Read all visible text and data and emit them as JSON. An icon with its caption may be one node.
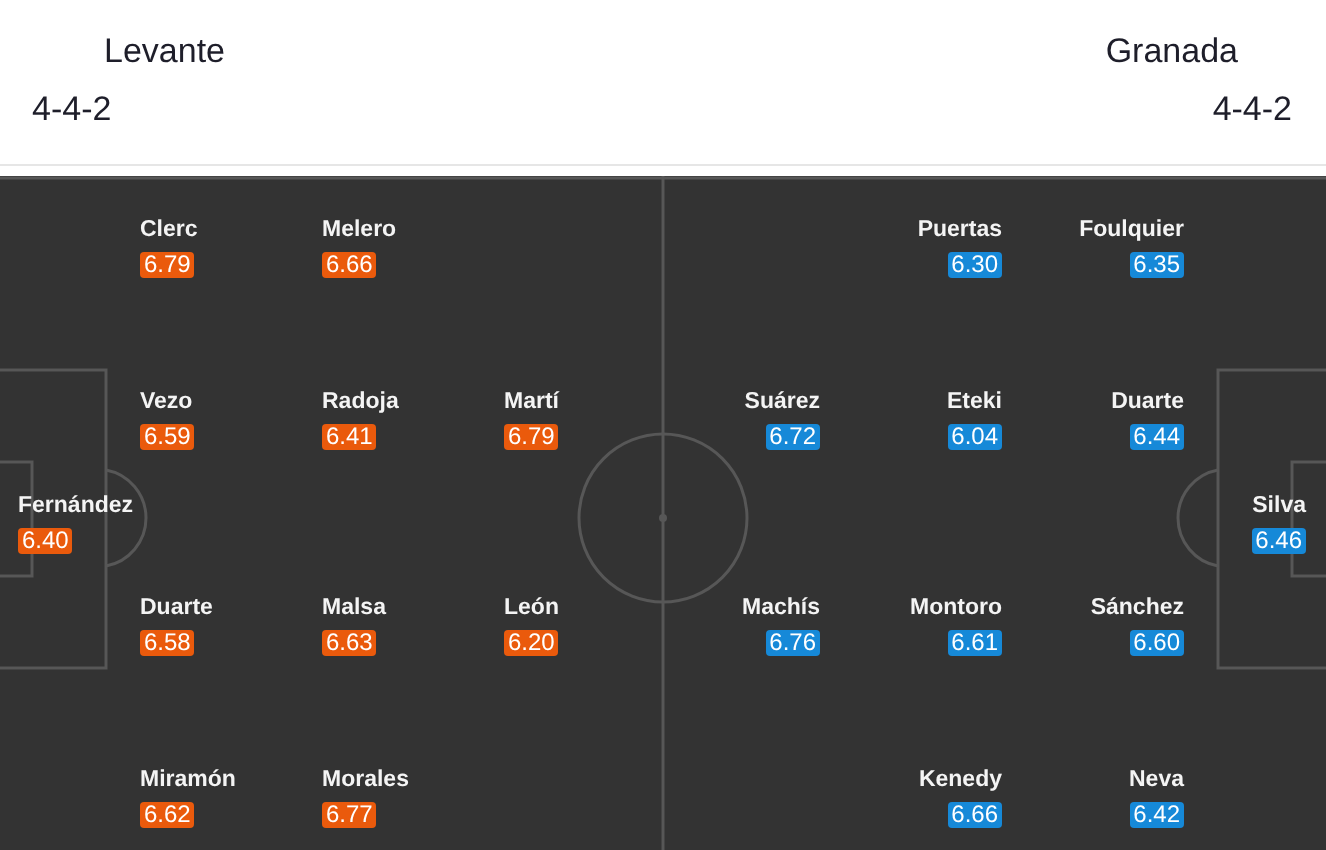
{
  "diagram": {
    "nodes": [
      {
        "text": [
          "Clerc",
          "6.79"
        ]
      },
      {
        "text": [
          "Melero",
          "6.66"
        ]
      },
      {
        "text": [
          "Puertas",
          "6.30"
        ]
      },
      {
        "text": [
          "Foulquier",
          "6.35"
        ]
      },
      {
        "text": [
          "Vezo",
          "6.59"
        ]
      },
      {
        "text": [
          "Radoja",
          "6.41"
        ]
      },
      {
        "text": [
          "Martí",
          "6.79"
        ]
      },
      {
        "text": [
          "Suárez",
          "6.72"
        ]
      },
      {
        "text": [
          "Eteki",
          "6.04"
        ]
      },
      {
        "text": [
          "Duarte",
          "6.44"
        ]
      },
      {
        "text": [
          "Fernández",
          "6.40"
        ]
      },
      {
        "text": [
          "Silva",
          "6.46"
        ]
      },
      {
        "text": [
          "Duarte",
          "6.58"
        ]
      },
      {
        "text": [
          "Malsa",
          "6.63"
        ]
      },
      {
        "text": [
          "León",
          "6.20"
        ]
      },
      {
        "text": [
          "Machís",
          "6.76"
        ]
      },
      {
        "text": [
          "Montoro",
          "6.61"
        ]
      },
      {
        "text": [
          "Sánchez",
          "6.60"
        ]
      },
      {
        "text": [
          "Miramón",
          "6.62"
        ]
      },
      {
        "text": [
          "Morales",
          "6.77"
        ]
      },
      {
        "text": [
          "Kenedy",
          "6.66"
        ]
      },
      {
        "text": [
          "Neva",
          "6.42"
        ]
      }
    ],
    "labels": [
      "Levante",
      "Granada",
      "4-4-2",
      "4-4-2"
    ]
  }
}
